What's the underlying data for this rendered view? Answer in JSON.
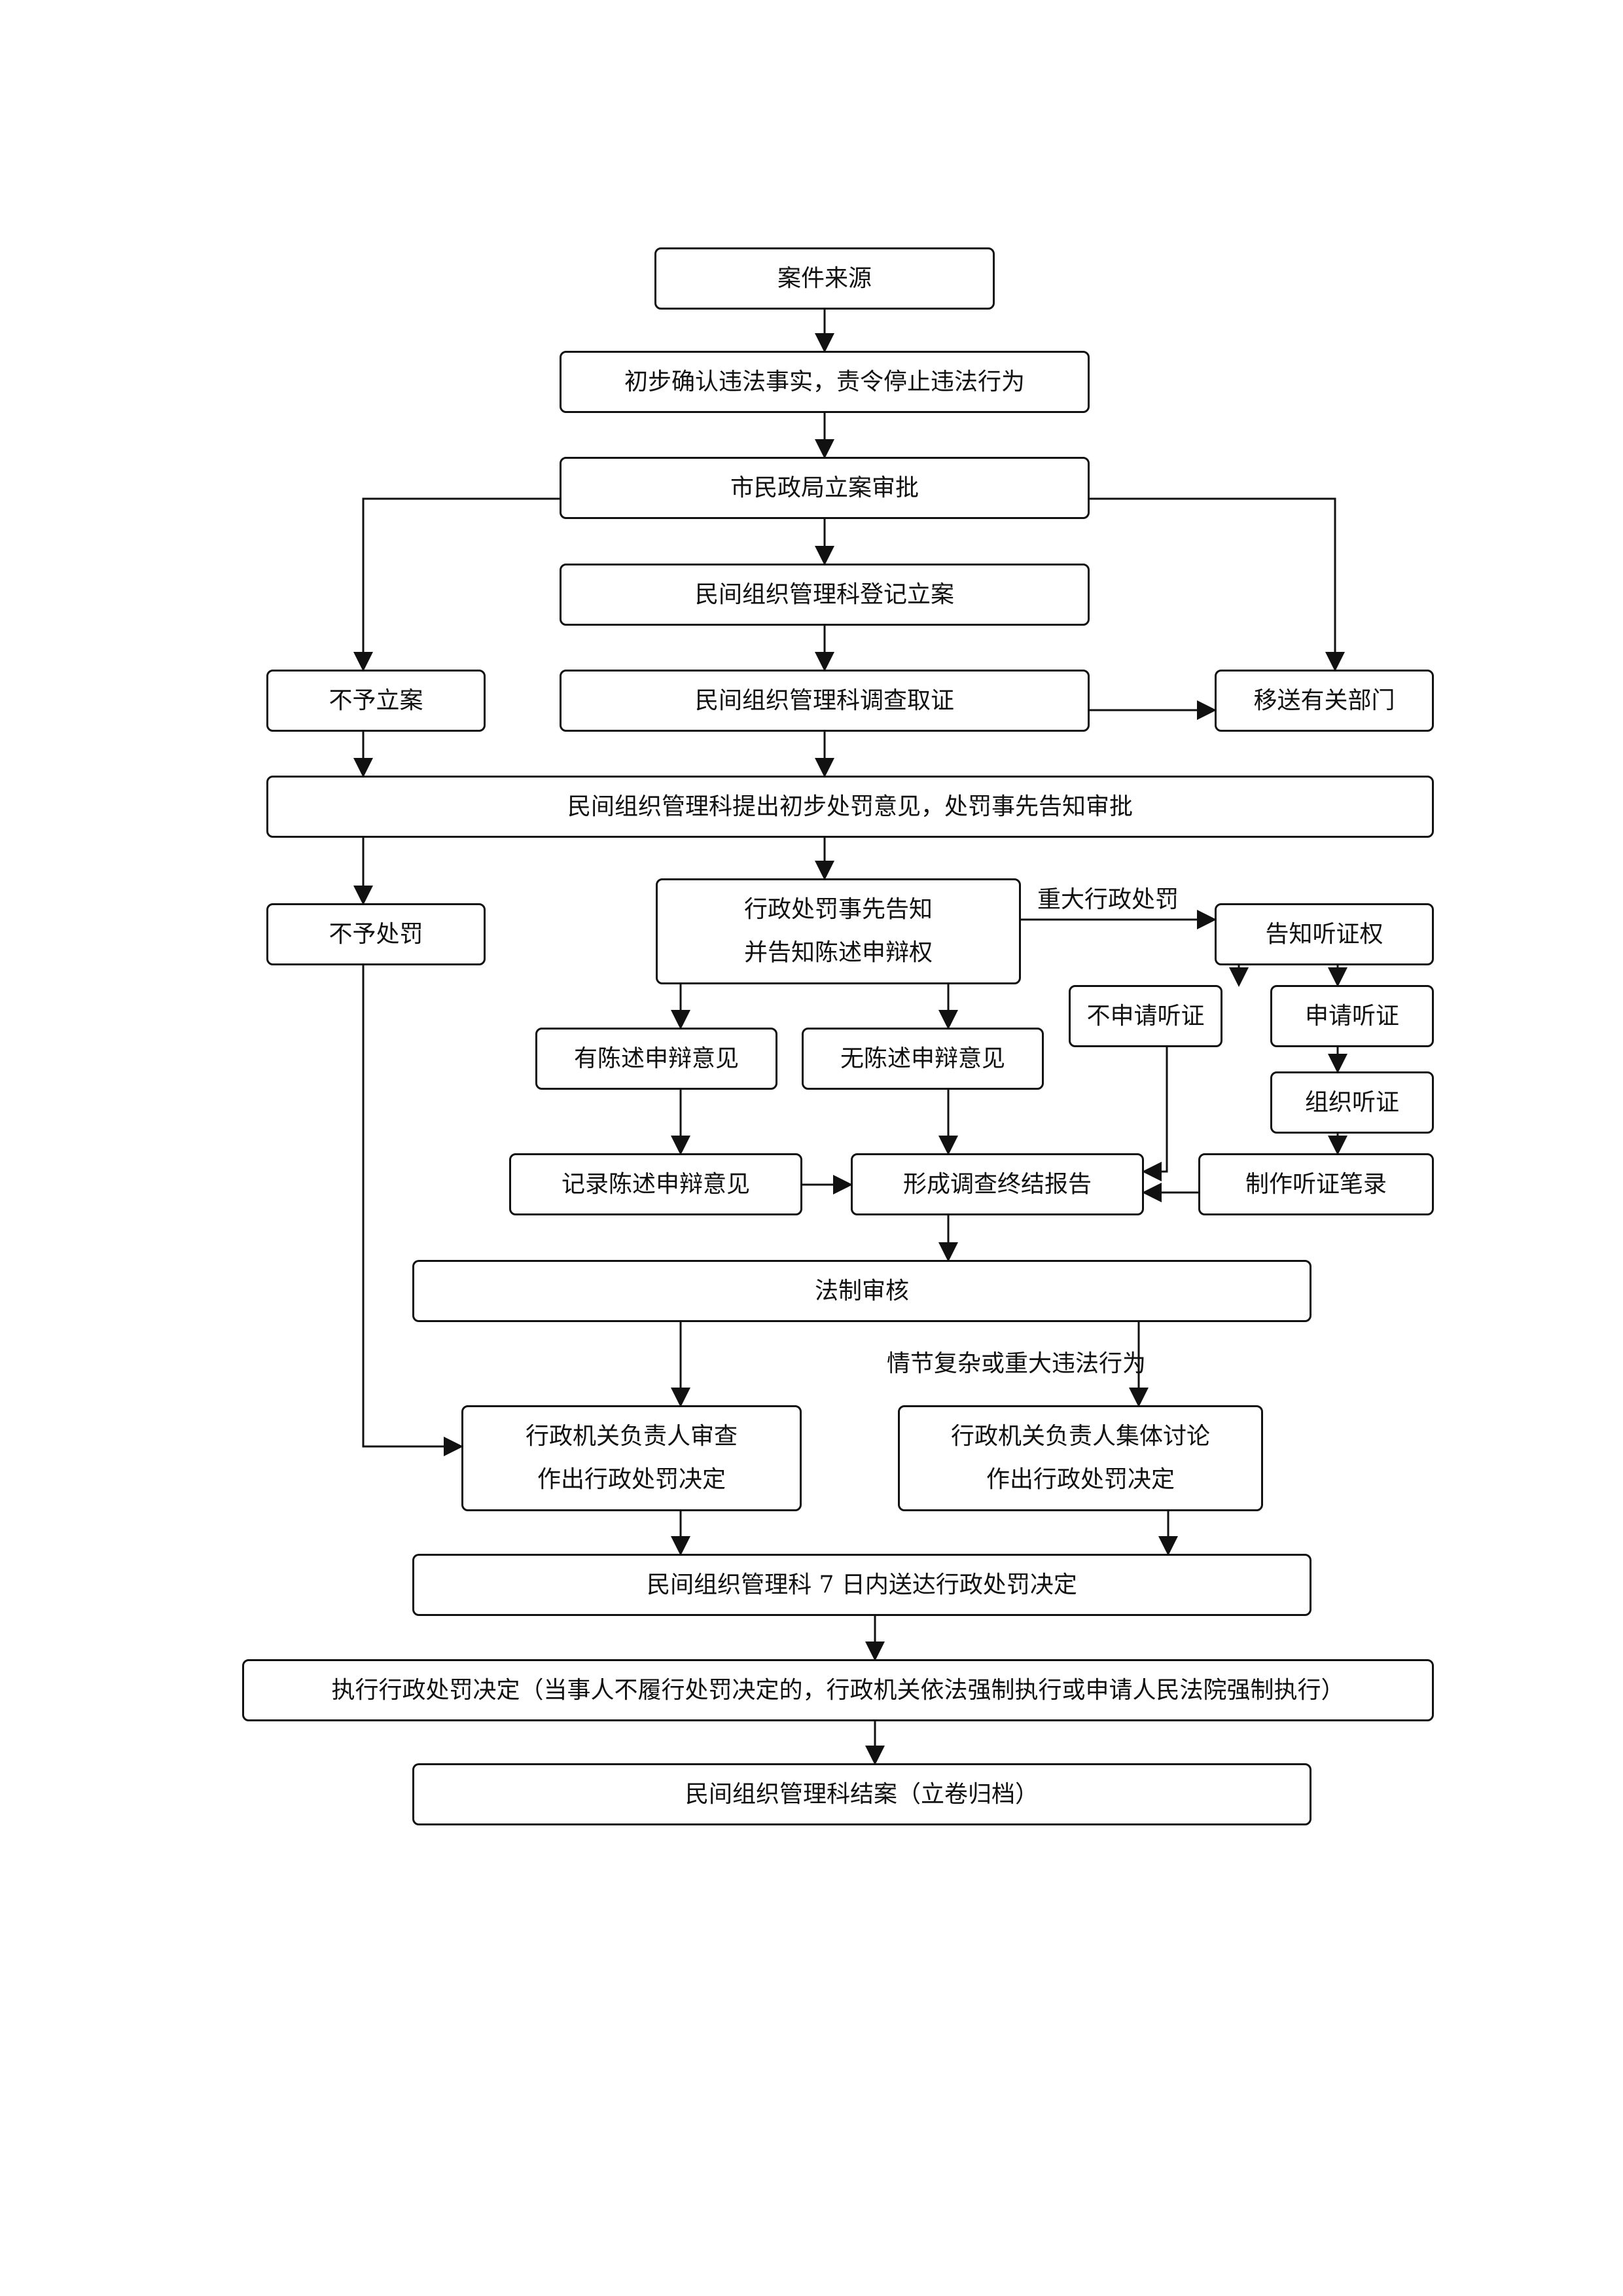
{
  "nodes": {
    "case_source": "案件来源",
    "preliminary_confirm": "初步确认违法事实，责令停止违法行为",
    "bureau_approval": "市民政局立案审批",
    "register_case": "民间组织管理科登记立案",
    "no_filing": "不予立案",
    "investigate": "民间组织管理科调查取证",
    "transfer": "移送有关部门",
    "preliminary_opinion": "民间组织管理科提出初步处罚意见，处罚事先告知审批",
    "no_penalty": "不予处罚",
    "prior_notice_line1": "行政处罚事先告知",
    "prior_notice_line2": "并告知陈述申辩权",
    "hearing_right": "告知听证权",
    "no_hearing_request": "不申请听证",
    "request_hearing": "申请听证",
    "has_statement": "有陈述申辩意见",
    "no_statement": "无陈述申辩意见",
    "organize_hearing": "组织听证",
    "record_statement": "记录陈述申辩意见",
    "final_report": "形成调查终结报告",
    "hearing_transcript": "制作听证笔录",
    "legal_review": "法制审核",
    "head_review_line1": "行政机关负责人审查",
    "head_review_line2": "作出行政处罚决定",
    "collective_line1": "行政机关负责人集体讨论",
    "collective_line2": "作出行政处罚决定",
    "deliver_decision": "民间组织管理科 7 日内送达行政处罚决定",
    "execute_decision": "执行行政处罚决定（当事人不履行处罚决定的，行政机关依法强制执行或申请人民法院强制执行）",
    "close_case": "民间组织管理科结案（立卷归档）"
  },
  "edge_labels": {
    "major_penalty": "重大行政处罚",
    "complex_case": "情节复杂或重大违法行为"
  }
}
